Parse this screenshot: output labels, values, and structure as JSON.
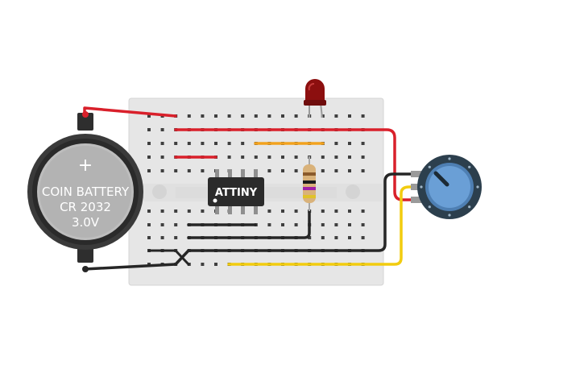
{
  "battery": {
    "line1": "COIN BATTERY",
    "line2": "CR 2032",
    "line3": "3.0V",
    "plus_symbol": "+"
  },
  "chip": {
    "label": "ATTINY"
  },
  "colors": {
    "board": "#e6e6e6",
    "board_edge": "#d2d2d2",
    "hole": "#404040",
    "wire_red": "#d9202b",
    "wire_black": "#262626",
    "wire_yellow": "#f2cc0f",
    "wire_orange": "#f2a21e",
    "led": "#8c0f0f",
    "pot_knob": "#6a9fd6",
    "pot_body": "#2c3f4d",
    "chip": "#2b2b2b"
  },
  "icons": {
    "led": "led-icon",
    "resistor": "resistor-icon",
    "potentiometer": "potentiometer-icon",
    "battery": "coin-battery-icon"
  }
}
